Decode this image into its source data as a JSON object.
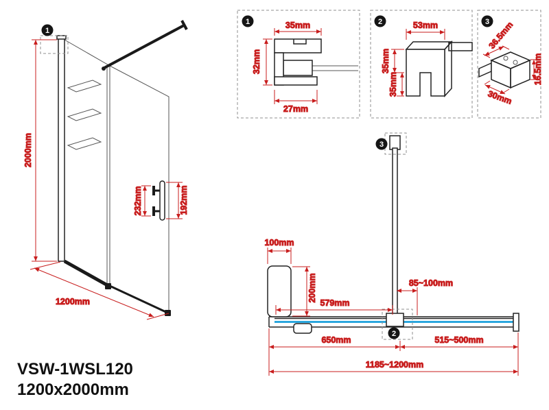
{
  "product": {
    "model": "VSW-1WSL120",
    "size": "1200x2000mm"
  },
  "front_view": {
    "marker": "1",
    "dims": {
      "height": "2000mm",
      "width": "1200mm",
      "handle_spacing": "232mm",
      "handle_length": "192mm"
    }
  },
  "details": {
    "d1": {
      "marker": "1",
      "top": "35mm",
      "left": "32mm",
      "bottom": "27mm"
    },
    "d2": {
      "marker": "2",
      "top": "53mm",
      "upper_left": "35mm",
      "lower_left": "35mm"
    },
    "d3": {
      "marker": "3",
      "top": "36.5mm",
      "right": "16.5mm",
      "bottom": "30mm"
    }
  },
  "plan_view": {
    "marker_bar_top": "3",
    "marker_clamp": "2",
    "dims": {
      "profile_width": "100mm",
      "profile_depth": "200mm",
      "bar_to_wall": "579mm",
      "adjust_range": "85~100mm",
      "fixed_section": "650mm",
      "var_section": "515~500mm",
      "total_width": "1185~1200mm"
    }
  },
  "colors": {
    "dimension": "#c81e1e",
    "drawing": "#222222",
    "glass": "#2ba7de"
  }
}
